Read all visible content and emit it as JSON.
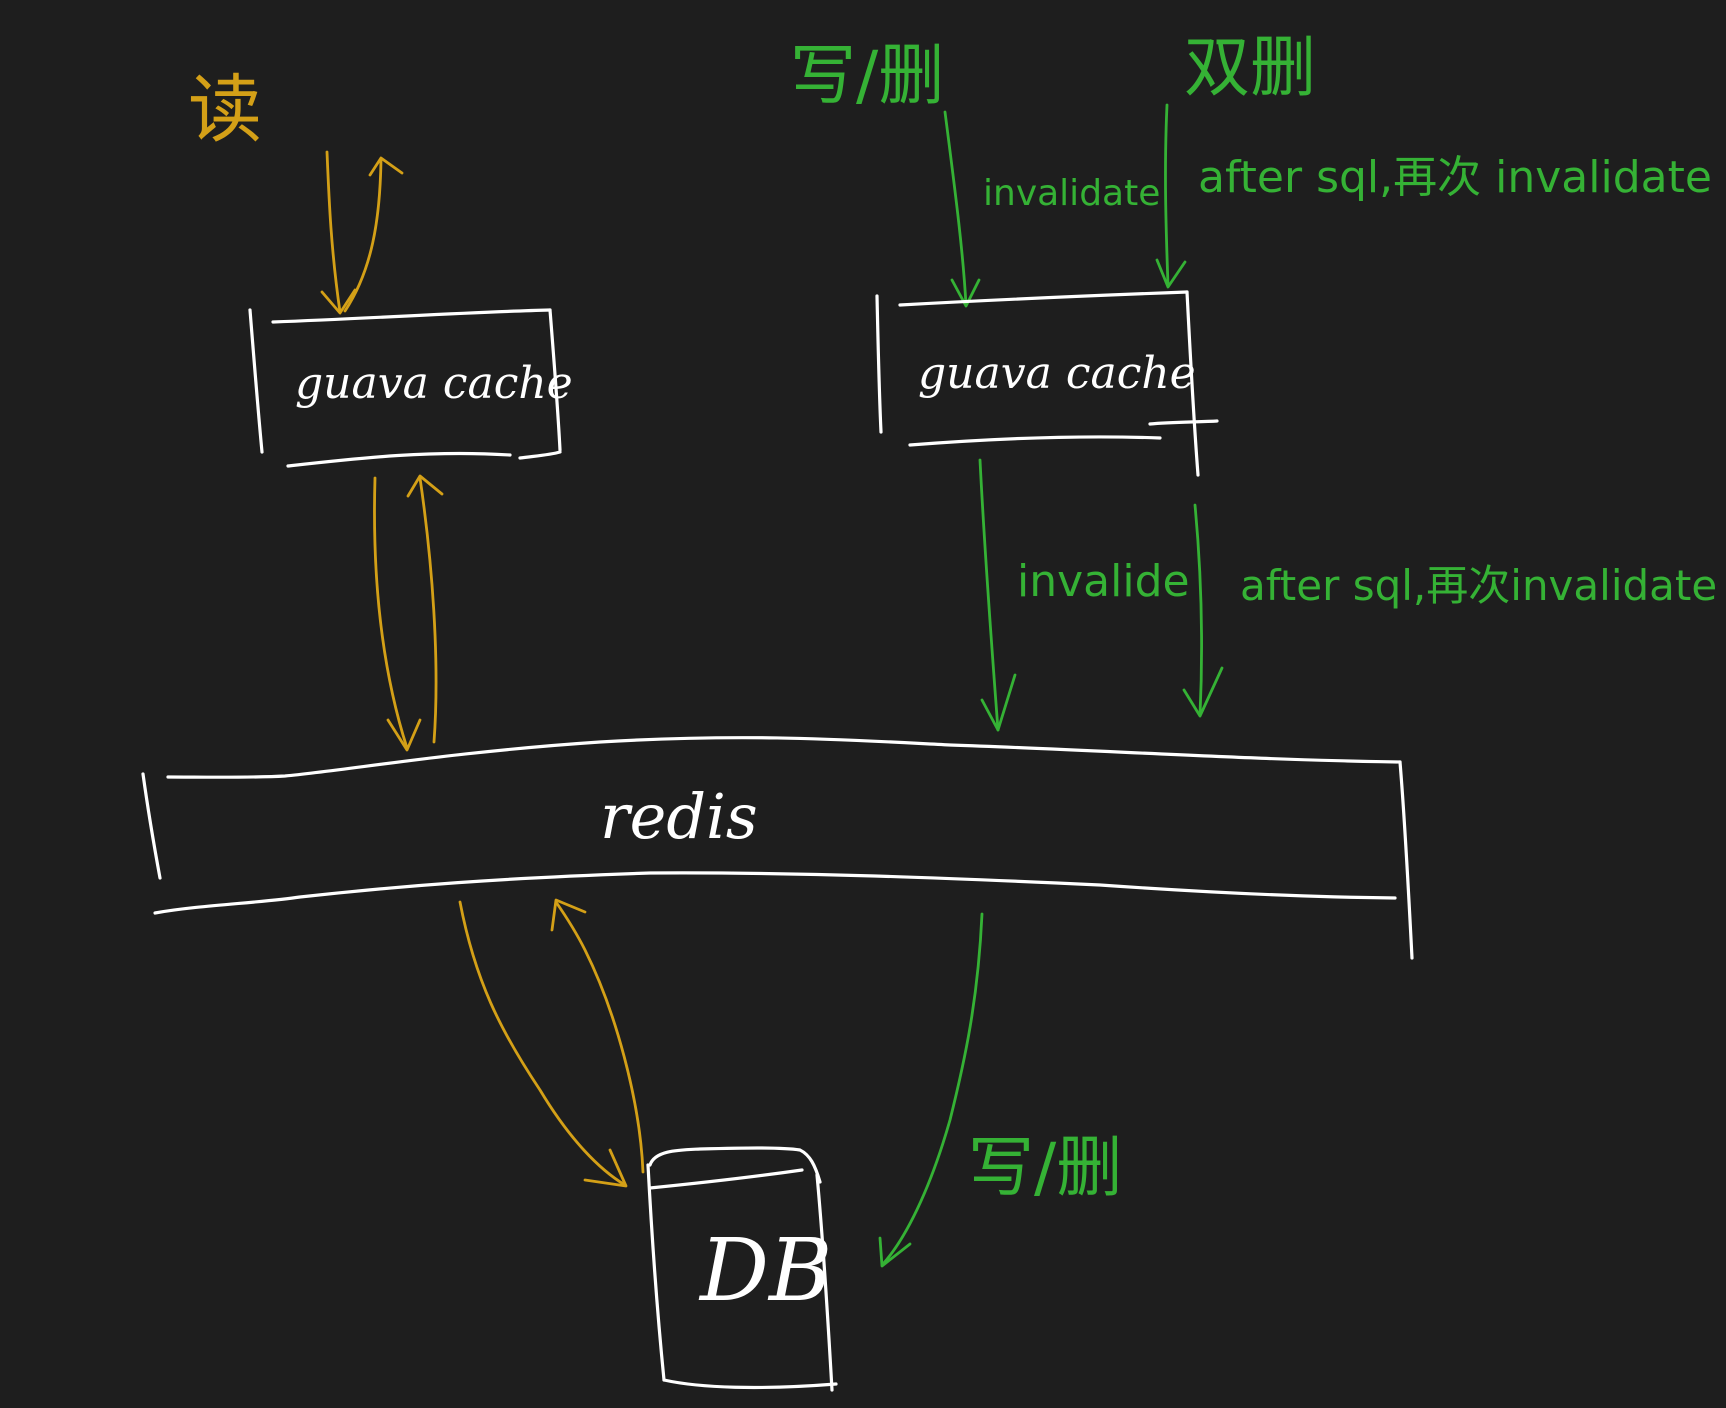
{
  "labels": {
    "read": "读",
    "write_delete_top": "写/删",
    "double_delete": "双删",
    "invalidate_top": "invalidate",
    "after_sql_top": "after sql,再次 invalidate",
    "invalide_mid": "invalide",
    "after_sql_mid": "after sql,再次invalidate",
    "write_delete_bottom": "写/删"
  },
  "nodes": {
    "guava_left": "guava cache",
    "guava_right": "guava cache",
    "redis": "redis",
    "db": "DB"
  },
  "colors": {
    "background": "#1e1e1e",
    "box_stroke": "#ffffff",
    "read_path": "#d4a017",
    "write_path": "#35b235"
  }
}
